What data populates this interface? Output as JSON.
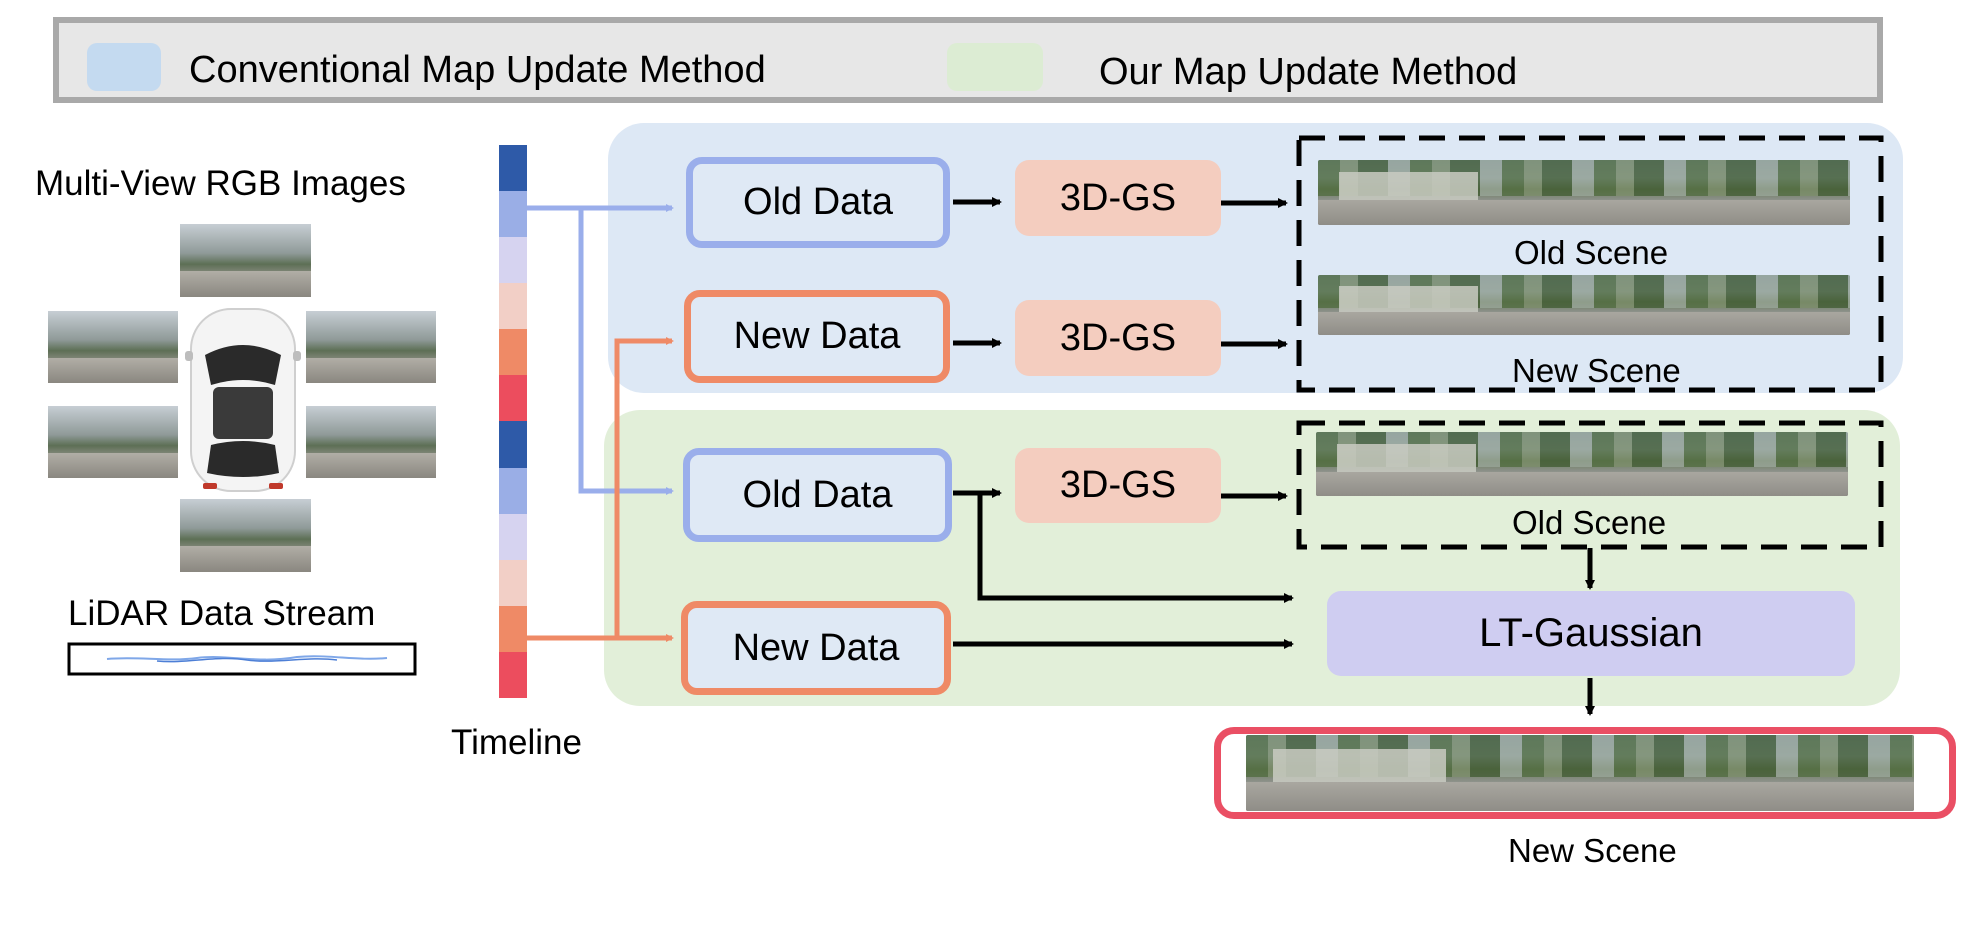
{
  "legend": {
    "conventional_label": "Conventional Map Update Method",
    "ours_label": "Our Map Update Method",
    "conventional_color": "#c4daf0",
    "ours_color": "#dcecd3"
  },
  "left": {
    "rgb_title": "Multi-View RGB Images",
    "lidar_title": "LiDAR Data Stream",
    "timeline_label": "Timeline"
  },
  "timeline": {
    "segments": [
      "#2e5aa8",
      "#9aaee6",
      "#d6d3f0",
      "#f2cfc6",
      "#ef8a66",
      "#ec4d5e",
      "#2e5aa8",
      "#9aaee6",
      "#d6d3f0",
      "#f2cfc6",
      "#ef8a66",
      "#ec4d5e"
    ]
  },
  "conventional": {
    "old_data": "Old Data",
    "new_data": "New Data",
    "gs1": "3D-GS",
    "gs2": "3D-GS",
    "old_scene": "Old Scene",
    "new_scene": "New Scene"
  },
  "ours": {
    "old_data": "Old Data",
    "new_data": "New Data",
    "gs": "3D-GS",
    "old_scene": "Old Scene",
    "lt_gaussian": "LT-Gaussian",
    "new_scene": "New Scene"
  },
  "colors": {
    "old_border": "#9aaeeb",
    "new_border": "#ef8a66",
    "gs_fill": "#f4cdbf",
    "lt_fill": "#cfcdf1",
    "result_border": "#ea4f64"
  }
}
